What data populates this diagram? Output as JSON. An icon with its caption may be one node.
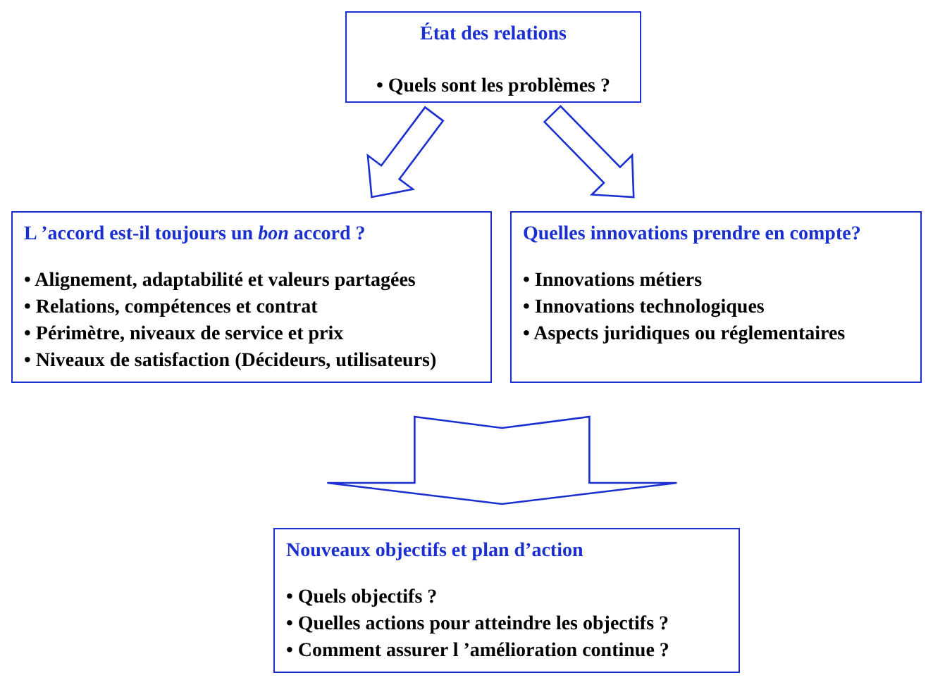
{
  "diagram": {
    "nodes": [
      {
        "text": [
          "État des relations",
          "• Quels sont les problèmes ?"
        ]
      },
      {
        "text": [
          "L ’accord est-il toujours un *bon* accord ?",
          "• Alignement, adaptabilité et valeurs partagées",
          "• Relations, compétences et contrat",
          "• Périmètre, niveaux de service et prix",
          "• Niveaux de satisfaction (Décideurs, utilisateurs)"
        ]
      },
      {
        "text": [
          "Quelles innovations prendre en compte?",
          "• Innovations métiers",
          "• Innovations technologiques",
          "• Aspects juridiques ou réglementaires"
        ]
      },
      {
        "text": [
          "Nouveaux objectifs et plan d’action",
          "• Quels objectifs ?",
          "• Quelles actions pour atteindre les objectifs ?",
          "• Comment assurer l ’amélioration continue ?"
        ]
      }
    ],
    "edges": [
      {
        "from": 0,
        "to": 1,
        "arrow": "to"
      },
      {
        "from": 0,
        "to": 2,
        "arrow": "to"
      },
      {
        "from": 1,
        "to": 3,
        "arrow": "to"
      },
      {
        "from": 2,
        "to": 3,
        "arrow": "to"
      }
    ]
  }
}
